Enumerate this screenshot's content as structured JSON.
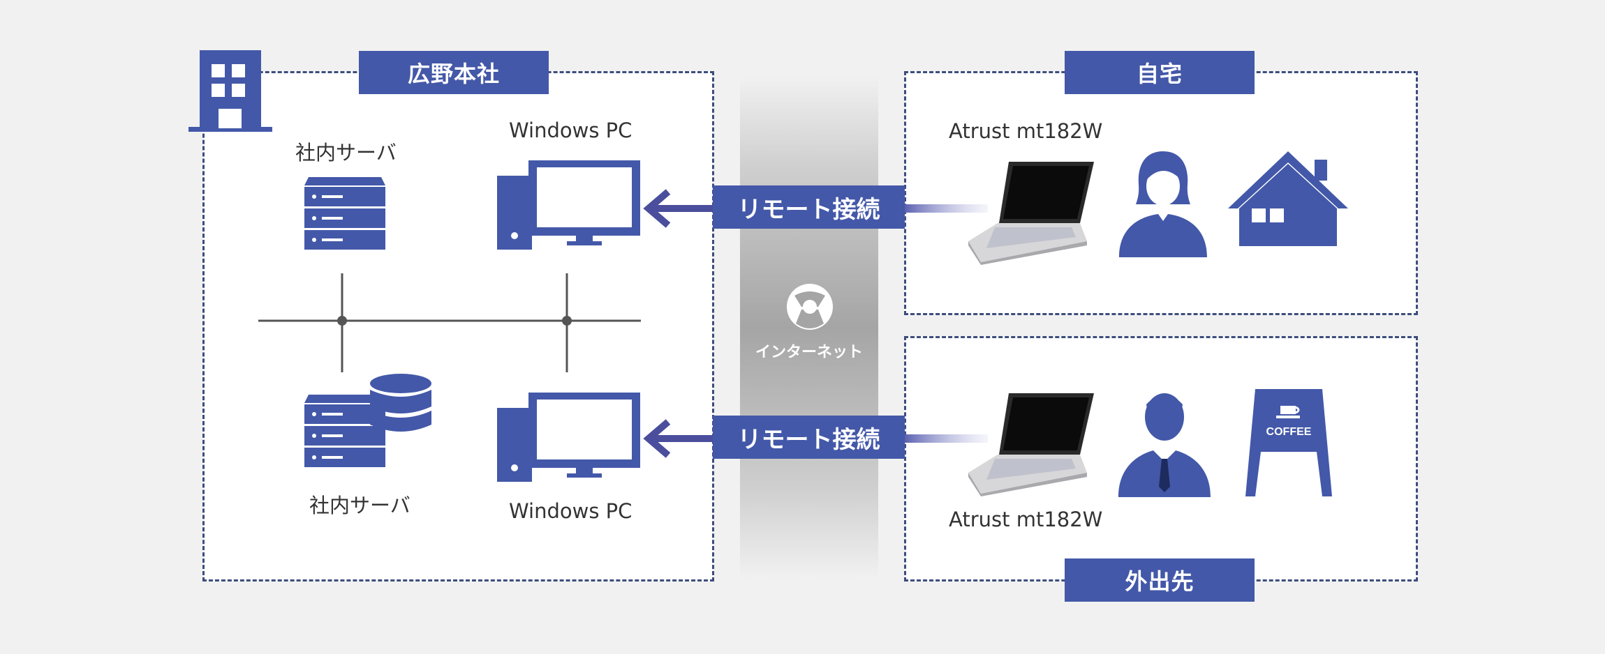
{
  "hq": {
    "title": "広野本社",
    "server_top_label": "社内サーバ",
    "server_bottom_label": "社内サーバ",
    "pc_top_label": "Windows PC",
    "pc_bottom_label": "Windows PC"
  },
  "home": {
    "title": "自宅",
    "device_label": "Atrust mt182W"
  },
  "outside": {
    "title": "外出先",
    "device_label": "Atrust mt182W",
    "sign_text": "COFFEE"
  },
  "connection": {
    "top_label": "リモート接続",
    "bottom_label": "リモート接続"
  },
  "internet": {
    "label": "インターネット"
  },
  "colors": {
    "accent": "#4358a8",
    "border": "#3d4d7c",
    "background": "#f1f1f1"
  },
  "icons": {
    "building": "building-icon",
    "server": "server-icon",
    "database": "database-icon",
    "monitor": "desktop-pc-icon",
    "laptop": "laptop-icon",
    "woman": "woman-icon",
    "businessman": "businessman-icon",
    "house": "house-icon",
    "coffee_sign": "coffee-sign-icon",
    "globe": "globe-icon"
  }
}
